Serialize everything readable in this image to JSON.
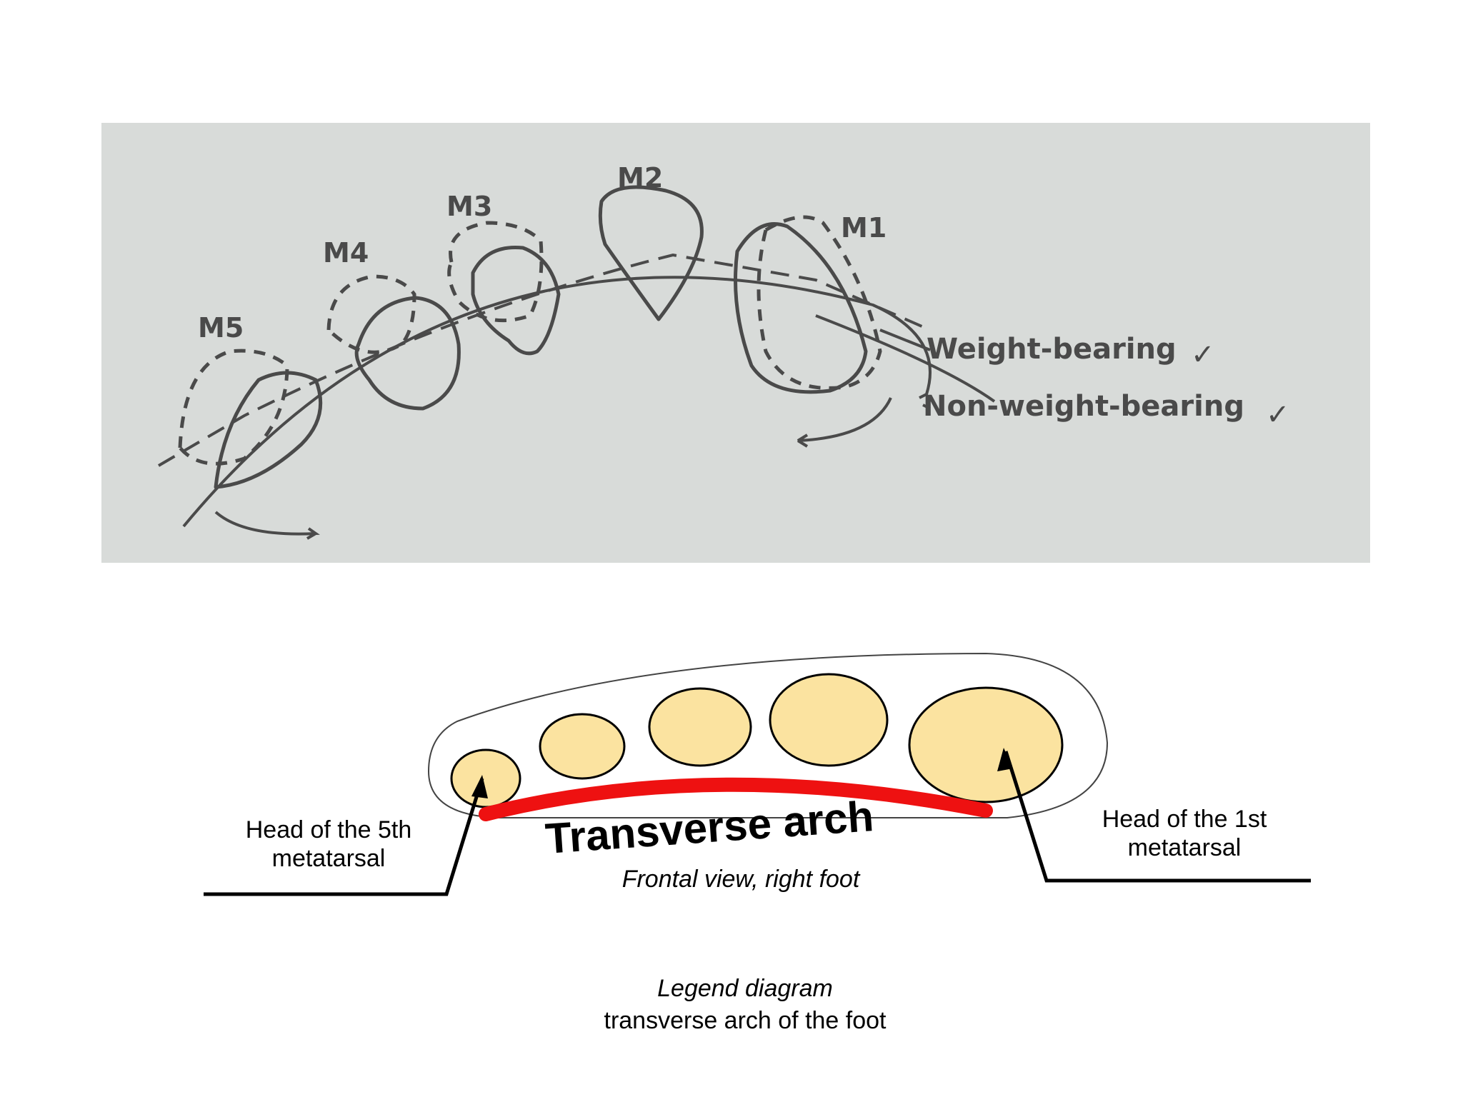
{
  "scan": {
    "bones": {
      "m1": "M1",
      "m2": "M2",
      "m3": "M3",
      "m4": "M4",
      "m5": "M5"
    },
    "legend": {
      "weight_bearing": "Weight-bearing",
      "non_weight_bearing": "Non-weight-bearing",
      "check_mark": "✓"
    }
  },
  "diagram": {
    "arch_label": "Transverse arch",
    "left_label_line1": "Head of the 5th",
    "left_label_line2": "metatarsal",
    "right_label_line1": "Head of the 1st",
    "right_label_line2": "metatarsal",
    "view_caption": "Frontal view, right foot",
    "colors": {
      "arch": "#ee1111",
      "metatarsal_head": "#fbe3a0"
    }
  },
  "caption": {
    "line1": "Legend diagram",
    "line2": "transverse arch of the foot"
  }
}
